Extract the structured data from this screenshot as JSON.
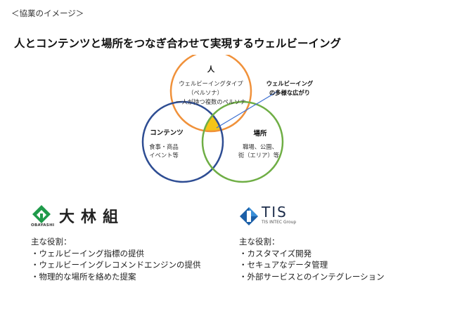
{
  "section_label": "＜協業のイメージ＞",
  "headline": "人とコンテンツと場所をつなぎ合わせて実現するウェルビーイング",
  "venn": {
    "people": {
      "title": "人",
      "lines": [
        "ウェルビーイングタイプ",
        "（ペルソナ）",
        "一人が持つ複数のペルソナ"
      ],
      "color": "#f0913a"
    },
    "content": {
      "title": "コンテンツ",
      "lines": [
        "食事・商品",
        "イベント等"
      ],
      "color": "#2e4d93"
    },
    "place": {
      "title": "場所",
      "lines": [
        "職場、公園、",
        "街（エリア）等"
      ],
      "color": "#6fae45"
    },
    "intersection_color": "#f5c518",
    "callout": [
      "ウェルビーイング",
      "の多様な広がり"
    ],
    "callout_line_color": "#3d6fd1"
  },
  "obayashi": {
    "logo_text": "大林組",
    "logo_sub": "OBAYASHI",
    "roles_title": "主な役割：",
    "roles": [
      "・ウェルビーイング指標の提供",
      "・ウェルビーイングレコメンドエンジンの提供",
      "・物理的な場所を絡めた提案"
    ],
    "brand_color": "#1f9a4a"
  },
  "tis": {
    "logo_text": "TIS",
    "logo_sub": "TIS INTEC Group",
    "roles_title": "主な役割：",
    "roles": [
      "・カスタマイズ開発",
      "・セキュアなデータ管理",
      "・外部サービスとのインテグレーション"
    ],
    "brand_color": "#1b5fa8"
  }
}
